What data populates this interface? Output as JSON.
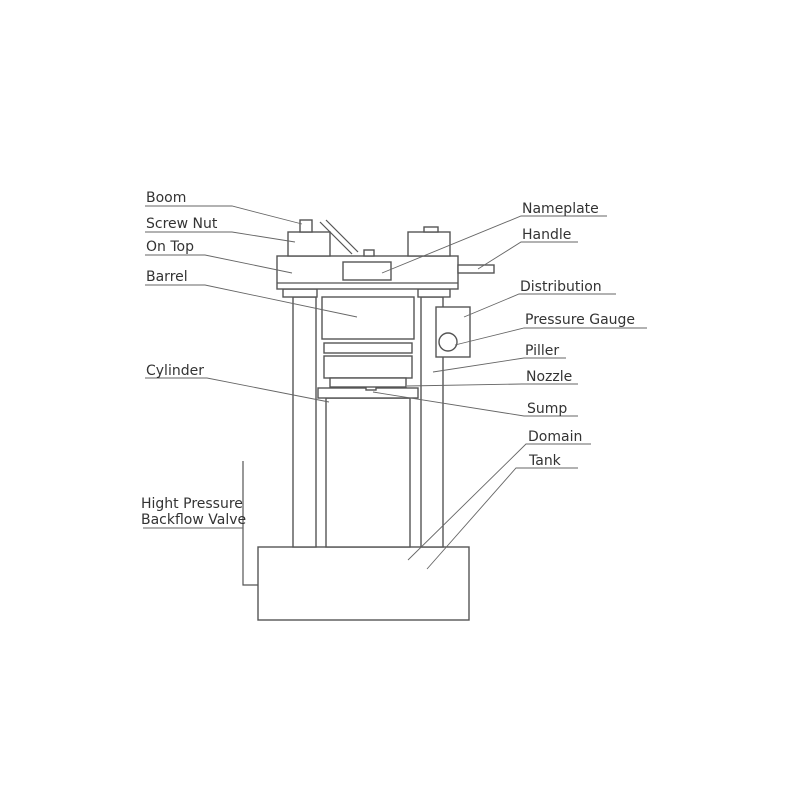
{
  "colors": {
    "stroke": "#555555",
    "leader": "#666666",
    "text": "#333333",
    "background": "#ffffff"
  },
  "labels": {
    "boom": "Boom",
    "screw_nut": "Screw Nut",
    "on_top": "On Top",
    "barrel": "Barrel",
    "cylinder": "Cylinder",
    "backflow_valve_line1": "Hight Pressure",
    "backflow_valve_line2": "Backflow Valve",
    "nameplate": "Nameplate",
    "handle": "Handle",
    "distribution": "Distribution",
    "pressure_gauge": "Pressure Gauge",
    "piller": "Piller",
    "nozzle": "Nozzle",
    "sump": "Sump",
    "domain": "Domain",
    "tank": "Tank"
  }
}
